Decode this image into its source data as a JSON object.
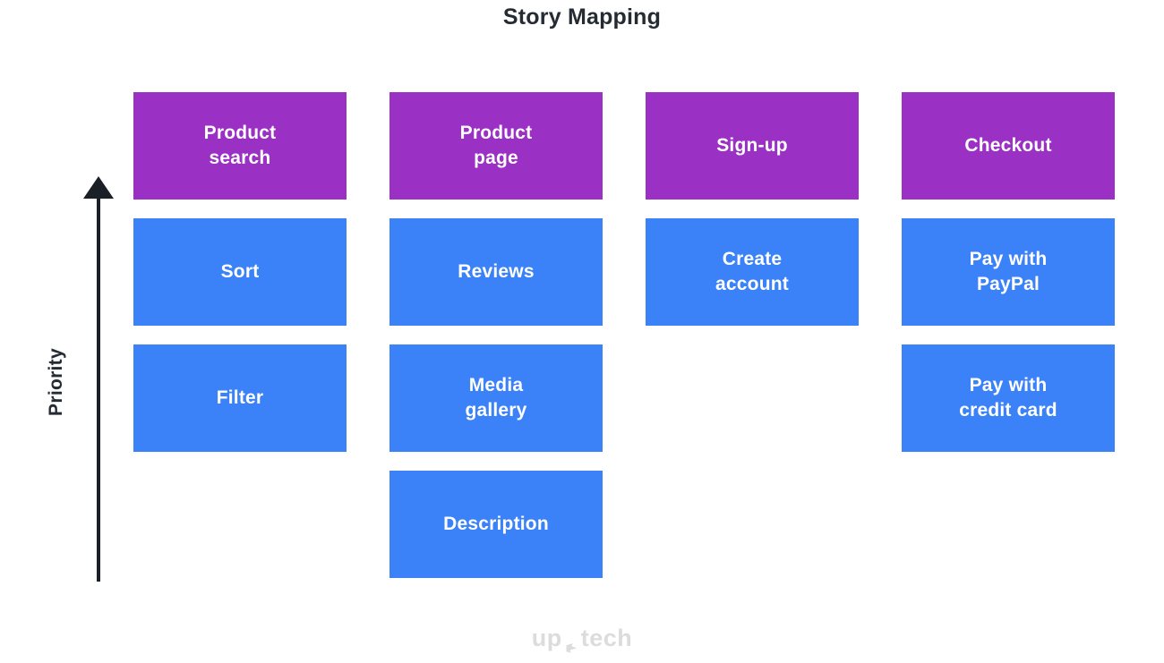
{
  "page": {
    "title": "Story Mapping",
    "background_color": "#FFFFFF"
  },
  "axis": {
    "label": "Priority",
    "direction": "up",
    "color": "#1B1F26"
  },
  "legend_colors": {
    "activity": "#9B30C4",
    "story": "#3B82F8",
    "title_text": "#252B33",
    "card_text": "#FFFFFF",
    "footer_text": "#DCDCDC"
  },
  "footer": {
    "logo_before": "up",
    "logo_mark": "arrow-mark",
    "logo_after": "tech"
  },
  "chart_data": {
    "type": "table",
    "title": "Story Mapping",
    "ylabel": "Priority",
    "columns": [
      {
        "activity": "Product\nsearch",
        "stories": [
          "Sort",
          "Filter"
        ]
      },
      {
        "activity": "Product\npage",
        "stories": [
          "Reviews",
          "Media\ngallery",
          "Description"
        ]
      },
      {
        "activity": "Sign-up",
        "stories": [
          "Create\naccount"
        ]
      },
      {
        "activity": "Checkout",
        "stories": [
          "Pay with\nPayPal",
          "Pay with\ncredit card"
        ]
      }
    ]
  }
}
